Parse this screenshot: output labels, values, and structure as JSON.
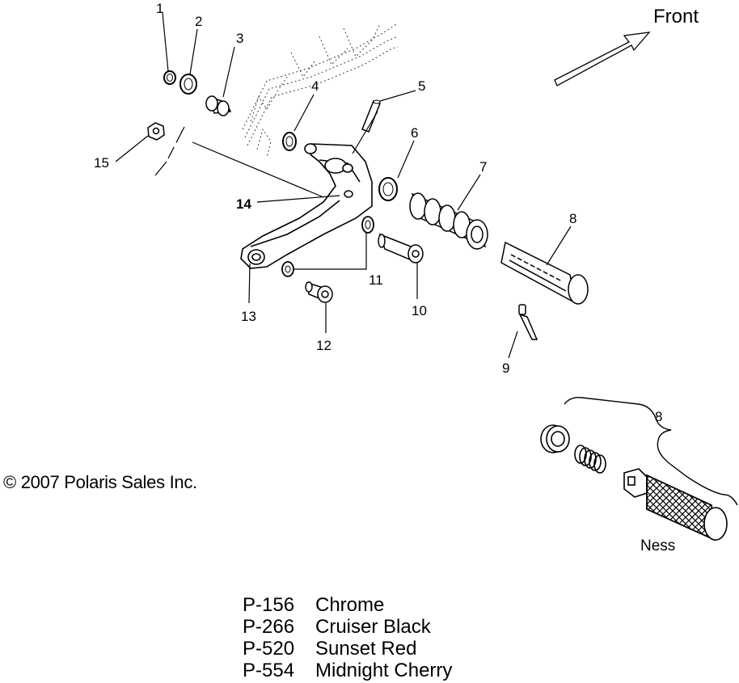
{
  "front_label": "Front",
  "ness_label": "Ness",
  "copyright": "© 2007 Polaris Sales Inc.",
  "callouts": {
    "c1": "1",
    "c2": "2",
    "c3": "3",
    "c4": "4",
    "c5": "5",
    "c6": "6",
    "c7": "7",
    "c8": "8",
    "c8b": "8",
    "c9": "9",
    "c10": "10",
    "c11": "11",
    "c12": "12",
    "c13": "13",
    "c14": "14",
    "c15": "15"
  },
  "paint_options": [
    {
      "code": "P-156",
      "name": "Chrome"
    },
    {
      "code": "P-266",
      "name": "Cruiser Black"
    },
    {
      "code": "P-520",
      "name": "Sunset Red"
    },
    {
      "code": "P-554",
      "name": "Midnight Cherry"
    }
  ]
}
